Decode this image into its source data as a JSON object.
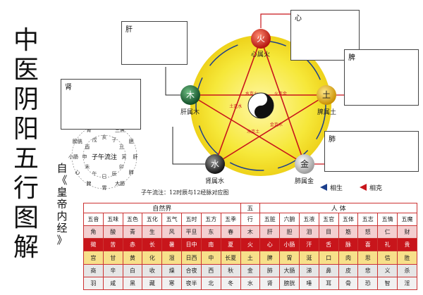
{
  "title_chars": [
    "中",
    "医",
    "阴",
    "阳",
    "五",
    "行",
    "图",
    "解"
  ],
  "source_chars": [
    "自",
    "《",
    "皇",
    "帝",
    "内",
    "经",
    "》"
  ],
  "elements": {
    "fire": {
      "char": "火",
      "label": "心属火",
      "color": "#d6261f"
    },
    "earth": {
      "char": "土",
      "label": "脾属土",
      "color": "#e8b51a"
    },
    "metal": {
      "char": "金",
      "label": "肺属金",
      "color": "#bdbdbd"
    },
    "water": {
      "char": "水",
      "label": "肾属水",
      "color": "#2a2a2a"
    },
    "wood": {
      "char": "木",
      "label": "肝属木",
      "color": "#1f6b3a"
    }
  },
  "organ_notes": [
    {
      "corner": "肝"
    },
    {
      "corner": "心"
    },
    {
      "corner": "脾"
    },
    {
      "corner": "肾"
    },
    {
      "corner": "肺"
    }
  ],
  "star_labels": [
    "火克金",
    "木克土",
    "水克火",
    "金克木",
    "土克水"
  ],
  "clock_caption": "子午流注：12时辰与12经脉对应图",
  "clock_center": "子午流注",
  "clock_ring": [
    "心包",
    "三焦",
    "胆",
    "肝",
    "肺",
    "大肠",
    "胃",
    "脾",
    "心",
    "小肠",
    "膀胱",
    "肾"
  ],
  "clock_branches": [
    "亥",
    "子",
    "丑",
    "寅",
    "卯",
    "辰",
    "巳",
    "午",
    "未",
    "申",
    "酉",
    "戌"
  ],
  "legend": {
    "generate": "相生",
    "restrain": "相克",
    "generate_color": "#1c3f8c",
    "restrain_color": "#c8151b"
  },
  "table": {
    "group_nature": "自然界",
    "group_element": "五",
    "group_body": "人   体",
    "headers": [
      "五音",
      "五味",
      "五色",
      "五化",
      "五气",
      "五时",
      "五方",
      "五季",
      "行",
      "五脏",
      "六腑",
      "五液",
      "五官",
      "五体",
      "五志",
      "五情",
      "五魔"
    ],
    "rows": [
      [
        "角",
        "酸",
        "青",
        "生",
        "风",
        "平旦",
        "东",
        "春",
        "木",
        "肝",
        "胆",
        "泪",
        "目",
        "筋",
        "怒",
        "仁",
        "财"
      ],
      [
        "徵",
        "苦",
        "赤",
        "长",
        "暑",
        "日中",
        "南",
        "夏",
        "火",
        "心",
        "小肠",
        "汗",
        "舌",
        "脉",
        "喜",
        "礼",
        "贵"
      ],
      [
        "宫",
        "甘",
        "黄",
        "化",
        "湿",
        "日西",
        "中",
        "长夏",
        "土",
        "脾",
        "胃",
        "涎",
        "口",
        "肉",
        "思",
        "信",
        "胜"
      ],
      [
        "商",
        "辛",
        "白",
        "收",
        "燥",
        "合夜",
        "西",
        "秋",
        "金",
        "肺",
        "大肠",
        "涕",
        "鼻",
        "皮",
        "悲",
        "义",
        "杀"
      ],
      [
        "羽",
        "咸",
        "黑",
        "藏",
        "寒",
        "夜半",
        "北",
        "冬",
        "水",
        "肾",
        "膀胱",
        "唾",
        "耳",
        "骨",
        "恐",
        "智",
        "淫"
      ]
    ]
  }
}
